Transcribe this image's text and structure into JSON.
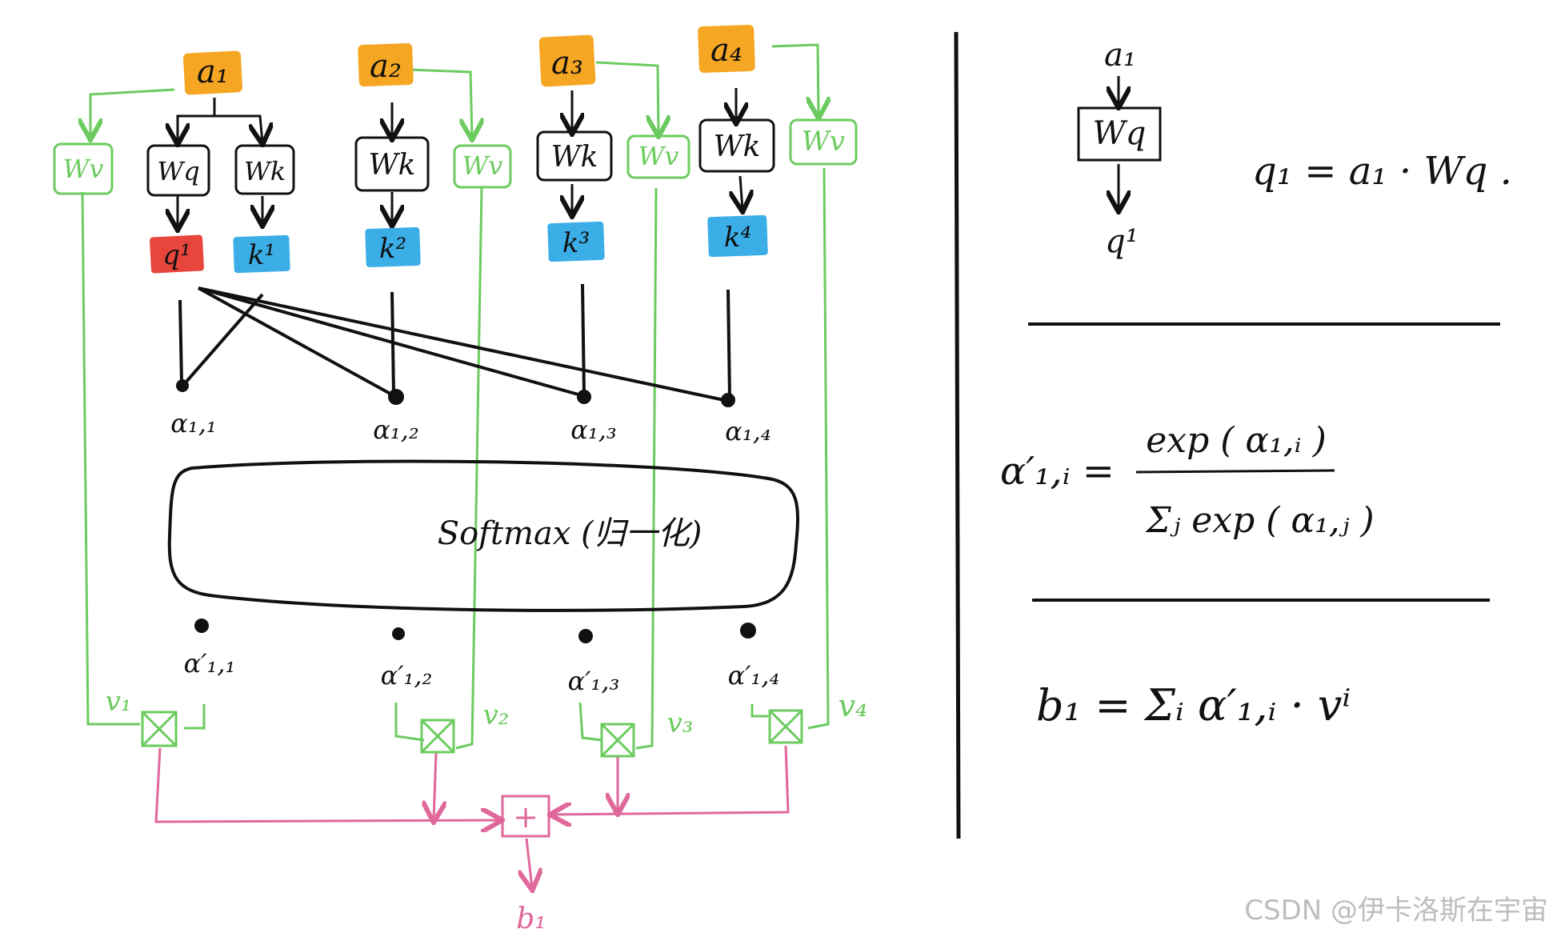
{
  "inputs": [
    "a₁",
    "a₂",
    "a₃",
    "a₄"
  ],
  "weights": {
    "q": "Wq",
    "k": "Wk",
    "v": "Wv"
  },
  "query": "q¹",
  "keys": [
    "k¹",
    "k²",
    "k³",
    "k⁴"
  ],
  "alphas": [
    "α₁,₁",
    "α₁,₂",
    "α₁,₃",
    "α₁,₄"
  ],
  "softmax_label": "Softmax (归一化)",
  "alphas_prime": [
    "α′₁,₁",
    "α′₁,₂",
    "α′₁,₃",
    "α′₁,₄"
  ],
  "values": [
    "v₁",
    "v₂",
    "v₃",
    "v₄"
  ],
  "multiply_symbol": "⊠",
  "sum_symbol": "+",
  "output": "b₁",
  "side": {
    "panel1": {
      "input": "a₁",
      "weight": "Wq",
      "output": "q¹",
      "formula": "q₁ = a₁ · Wq ."
    },
    "panel2": {
      "lhs": "α′₁,ᵢ =",
      "numerator": "exp ( α₁,ᵢ )",
      "denominator": "Σⱼ exp ( α₁,ⱼ )"
    },
    "panel3": {
      "formula": "b₁ = Σᵢ α′₁,ᵢ · vⁱ"
    }
  },
  "watermark": "CSDN @伊卡洛斯在宇宙",
  "colors": {
    "input": "#F5A623",
    "query": "#E8453C",
    "key": "#3BAEE8",
    "value": "#6CCB5F",
    "sum": "#E0679A",
    "ink": "#111111"
  }
}
